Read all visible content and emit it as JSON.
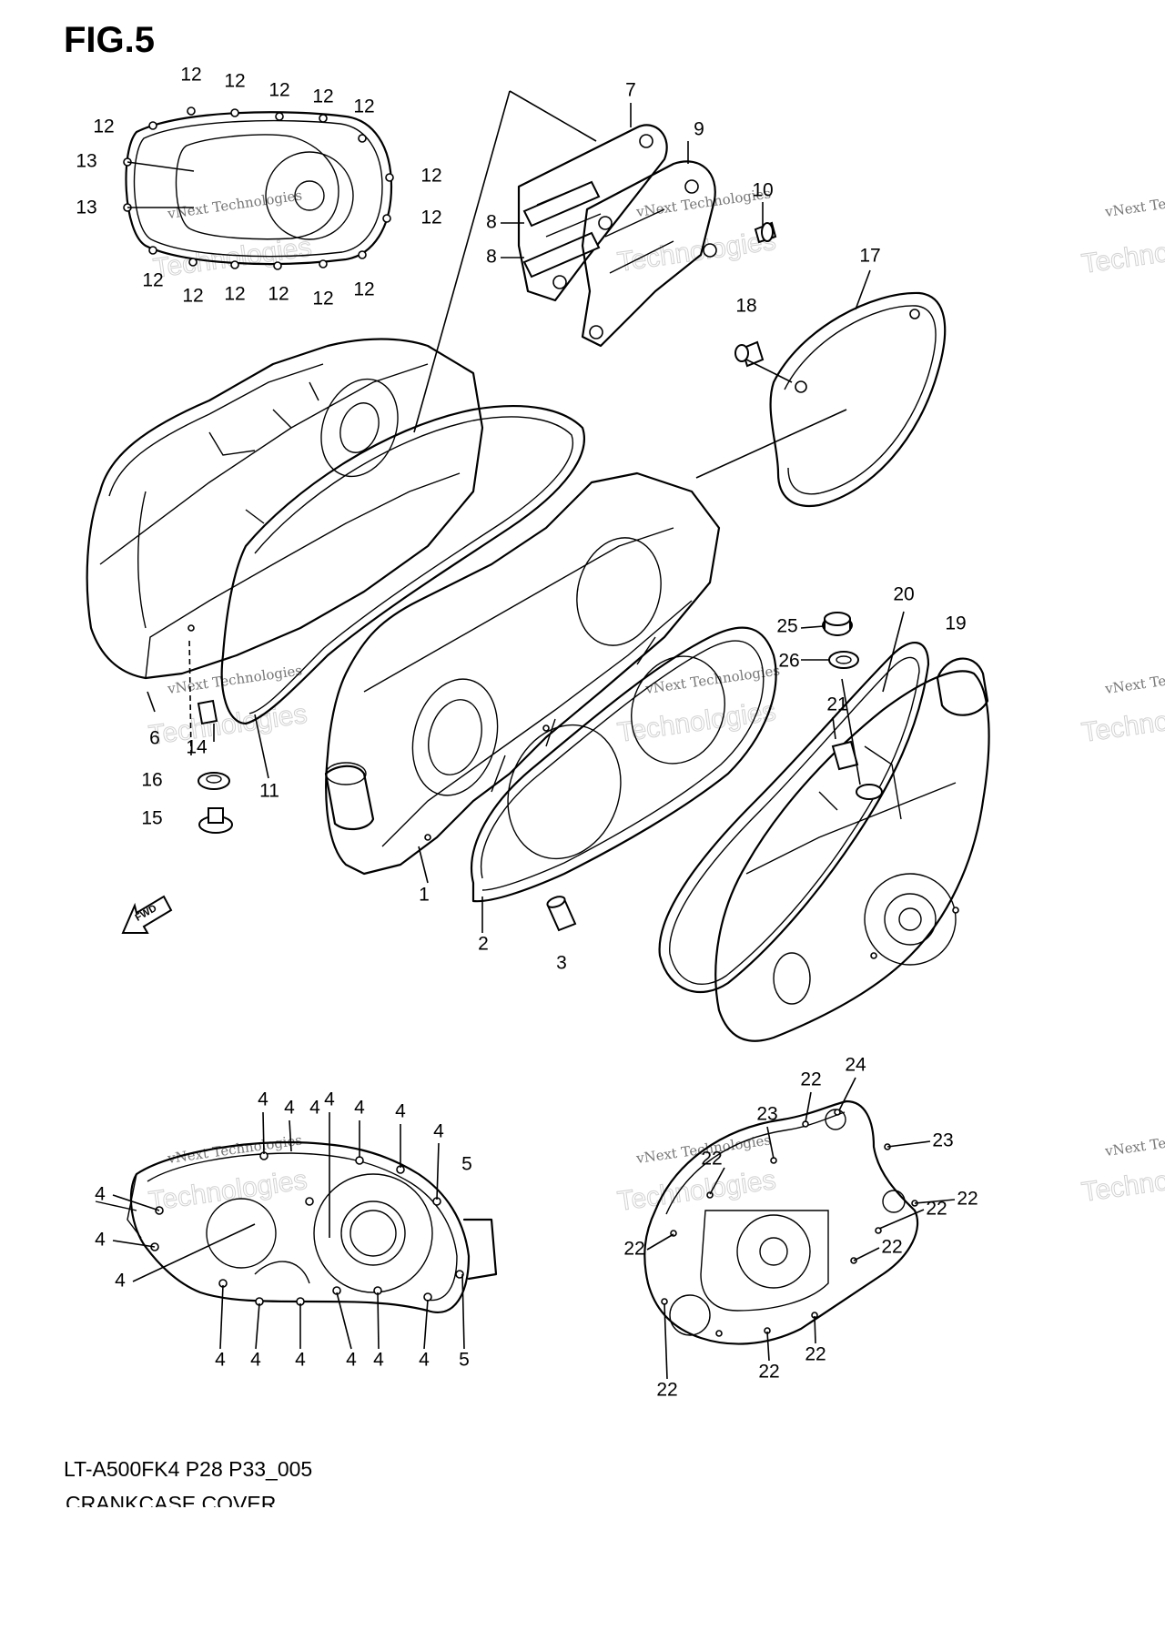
{
  "figure": {
    "title": "FIG.5",
    "model_code": "LT-A500FK4 P28 P33_005",
    "section_title": "CRANKCASE COVER",
    "direction_label": "FWD"
  },
  "watermark": {
    "line1": "vNext Technologies",
    "line2": "Technologies"
  },
  "callouts": [
    "1",
    "2",
    "3",
    "4",
    "5",
    "6",
    "7",
    "8",
    "9",
    "10",
    "11",
    "12",
    "13",
    "14",
    "15",
    "16",
    "17",
    "18",
    "19",
    "20",
    "21",
    "22",
    "23",
    "24",
    "25",
    "26"
  ]
}
